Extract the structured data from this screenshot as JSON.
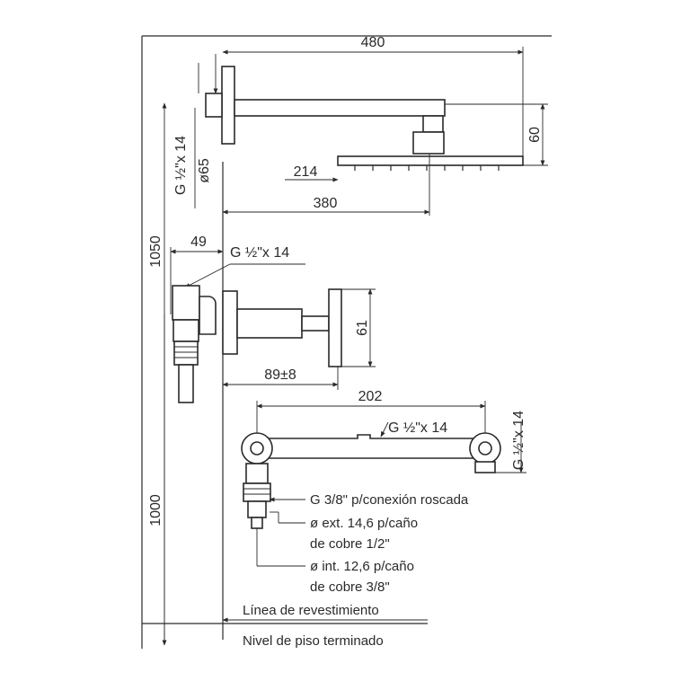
{
  "dimensions": {
    "arm_length": "480",
    "shower_head_height": "60",
    "head_offset_short": "214",
    "head_offset_long": "380",
    "total_height": "1050",
    "valve_depth": "49",
    "handle_height": "61",
    "valve_projection": "89±8",
    "bar_width": "202",
    "floor_height": "1000"
  },
  "labels": {
    "thread_arm": "G ½\"x 14",
    "diameter_flange": "ø65",
    "thread_valve": "G ½\"x 14",
    "thread_bar": "G ½\"x 14",
    "thread_bar_right": "G ½\"x 14"
  },
  "notes": {
    "line1": "G 3/8\" p/conexión roscada",
    "line2": "ø ext. 14,6 p/caño",
    "line3": "de cobre 1/2\"",
    "line4": "ø int. 12,6 p/caño",
    "line5": "de cobre 3/8\""
  },
  "reference_lines": {
    "wall_line": "Línea de revestimiento",
    "floor_line": "Nivel de piso terminado"
  }
}
